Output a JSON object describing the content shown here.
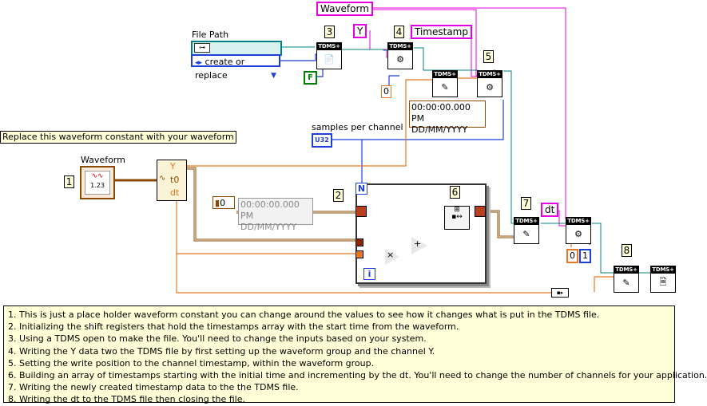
{
  "labels": {
    "file_path": "File Path",
    "samples_per_channel": "samples per channel",
    "waveform_caption": "Waveform"
  },
  "controls": {
    "create_mode": "create or replace",
    "bool_false": "F",
    "u32": "U32",
    "num_zero": "0",
    "num_zero_b": "0",
    "num_one": "1",
    "array_index": "0"
  },
  "constants": {
    "waveform": "Waveform",
    "y": "Y",
    "timestamp": "Timestamp",
    "dt": "dt"
  },
  "timestamp_main": {
    "time": "00:00:00.000 PM",
    "date": "DD/MM/YYYY"
  },
  "timestamp_array": {
    "time": "00:00:00.000 PM",
    "date": "DD/MM/YYYY"
  },
  "unbundle": {
    "y": "Y",
    "t0": "t0",
    "dt": "dt"
  },
  "step_numbers": [
    "1",
    "2",
    "3",
    "4",
    "5",
    "6",
    "7",
    "8"
  ],
  "tdms_header": "TDMS",
  "replace_comment": "Replace this waveform constant with your waveform",
  "loop": {
    "n": "N",
    "i": "i"
  },
  "notes": [
    "1. This is just a place holder waveform constant you can change around the values to see how it changes what is put in the TDMS file.",
    "2. Initializing the shift registers that hold the timestamps array with the start time from the waveform.",
    "3. Using a TDMS open to make the file. You'll need to change the inputs based on your system.",
    "4. Writing the Y data two the TDMS file by first setting up the waveform group and the channel Y.",
    "5. Setting the write position to the channel timestamp, within the waveform group.",
    "6. Building an array of timestamps starting with the initial time and incrementing by the dt. You'll need to change the number of channels for your application.",
    "7. Writing the newly created timestamp data to the the TDMS file.",
    "8. Writing the dt to the TDMS file then closing the file."
  ],
  "colors": {
    "refnum_wire": "#008080",
    "waveform_wire": "#8b4a00",
    "numeric_wire": "#e87722",
    "int_wire": "#1e3fd9",
    "string_wire": "#e600e6",
    "comment_bg": "#ffffd8"
  }
}
